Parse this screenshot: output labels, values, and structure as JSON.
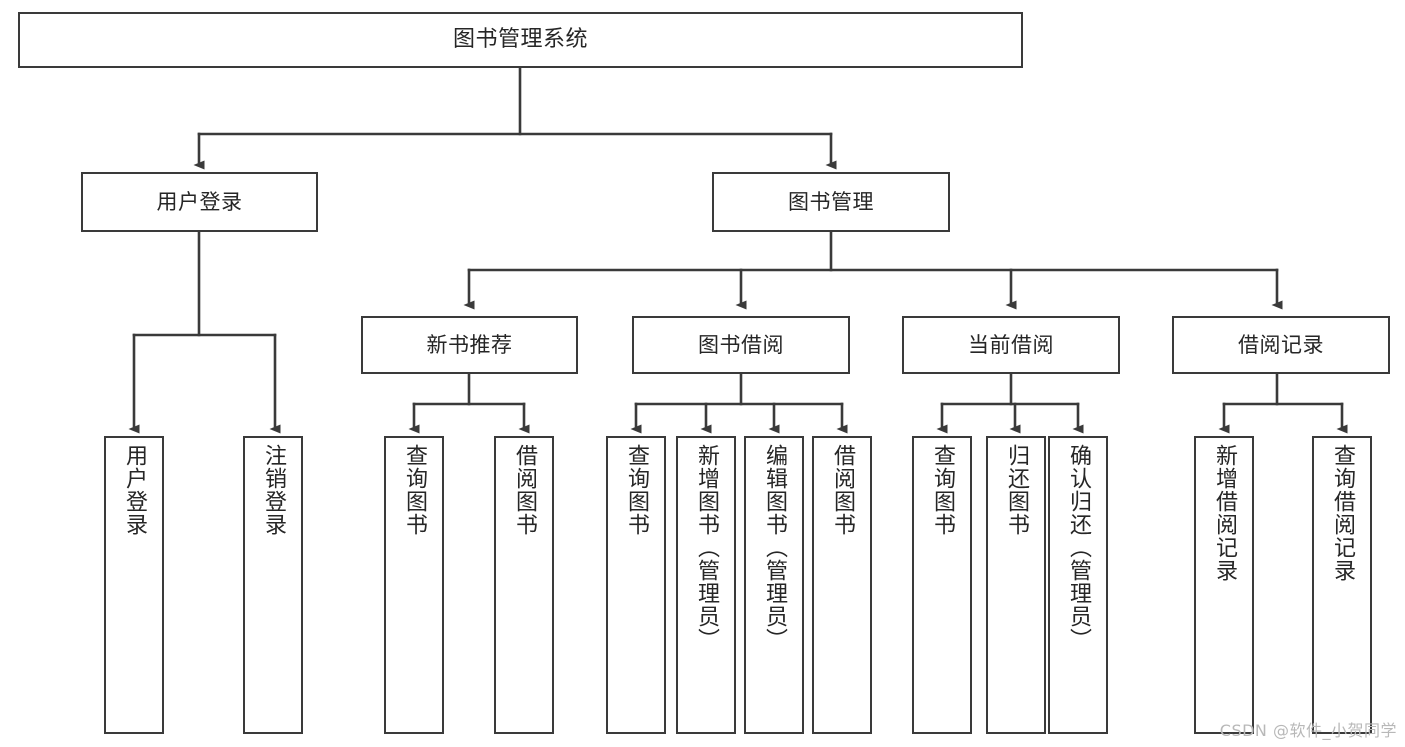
{
  "diagram": {
    "title": "图书管理系统",
    "type": "tree-hierarchy-diagram",
    "root": {
      "id": "root",
      "label": "图书管理系统"
    },
    "level1": [
      {
        "id": "user-login",
        "label": "用户登录"
      },
      {
        "id": "book-manage",
        "label": "图书管理"
      }
    ],
    "level2": [
      {
        "id": "new-book-rec",
        "label": "新书推荐",
        "parent": "book-manage"
      },
      {
        "id": "book-borrow",
        "label": "图书借阅",
        "parent": "book-manage"
      },
      {
        "id": "current-borrow",
        "label": "当前借阅",
        "parent": "book-manage"
      },
      {
        "id": "borrow-record",
        "label": "借阅记录",
        "parent": "book-manage"
      }
    ],
    "leaves": [
      {
        "id": "leaf-user-login",
        "label": "用户登录",
        "parent": "user-login"
      },
      {
        "id": "leaf-logout",
        "label": "注销登录",
        "parent": "user-login"
      },
      {
        "id": "leaf-query-book-1",
        "label": "查询图书",
        "parent": "new-book-rec"
      },
      {
        "id": "leaf-borrow-book-1",
        "label": "借阅图书",
        "parent": "new-book-rec"
      },
      {
        "id": "leaf-query-book-2",
        "label": "查询图书",
        "parent": "book-borrow"
      },
      {
        "id": "leaf-add-book",
        "label": "新增图书（管理员）",
        "parent": "book-borrow"
      },
      {
        "id": "leaf-edit-book",
        "label": "编辑图书（管理员）",
        "parent": "book-borrow"
      },
      {
        "id": "leaf-borrow-book-2",
        "label": "借阅图书",
        "parent": "book-borrow"
      },
      {
        "id": "leaf-query-book-3",
        "label": "查询图书",
        "parent": "current-borrow"
      },
      {
        "id": "leaf-return-book",
        "label": "归还图书",
        "parent": "current-borrow"
      },
      {
        "id": "leaf-confirm-return",
        "label": "确认归还（管理员）",
        "parent": "current-borrow"
      },
      {
        "id": "leaf-add-record",
        "label": "新增借阅记录",
        "parent": "borrow-record"
      },
      {
        "id": "leaf-query-record",
        "label": "查询借阅记录",
        "parent": "borrow-record"
      }
    ],
    "colors": {
      "stroke": "#3a3a3a",
      "fill": "#ffffff",
      "text": "#262626",
      "watermark": "#b8b8b8"
    }
  },
  "watermark": {
    "text": "CSDN @软件_小贺同学"
  }
}
